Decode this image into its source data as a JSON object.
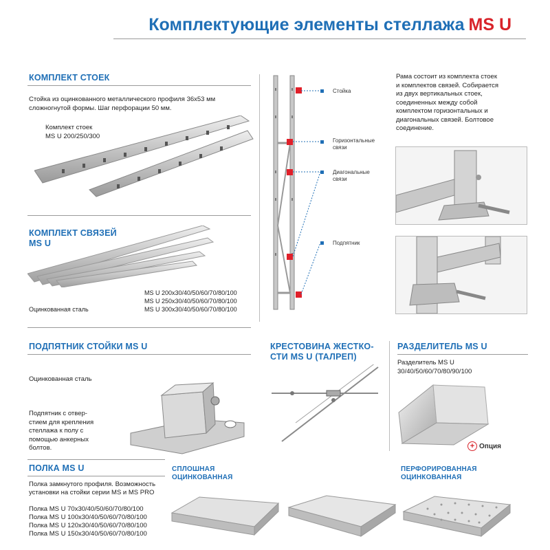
{
  "title": {
    "main": "Комплектующие элементы стеллажа",
    "accent": "MS U"
  },
  "colors": {
    "brand_blue": "#1f6fb6",
    "accent_red": "#d8232a"
  },
  "stoyki": {
    "heading": "КОМПЛЕКТ СТОЕК",
    "desc_1": "Стойка из оцинкованного металлического профиля 36х53 мм",
    "desc_2": "сложногнутой формы. Шаг перфорации 50 мм.",
    "kit_1": "Комплект стоек",
    "kit_2": "MS U 200/250/300"
  },
  "frame": {
    "labels": [
      "Стойка",
      "Горизонтальные",
      "связи",
      "Диагональные",
      "связи",
      "Подпятник"
    ],
    "desc": [
      "Рама состоит из комплекта стоек",
      "и комплектов связей. Собирается",
      "из двух вертикальных стоек,",
      "соединенных между собой",
      "комплектом горизонтальных и",
      "диагональных связей. Болтовое",
      "соединение."
    ]
  },
  "svyazi": {
    "heading_1": "КОМПЛЕКТ СВЯЗЕЙ",
    "heading_2": "MS U",
    "sizes": [
      "MS U 200х30/40/50/60/70/80/100",
      "MS U 250х30/40/50/60/70/80/100",
      "MS U 300х30/40/50/60/70/80/100"
    ],
    "material": "Оцинкованная сталь"
  },
  "podpyatnik": {
    "heading": "ПОДПЯТНИК СТОЙКИ MS U",
    "material": "Оцинкованная сталь",
    "desc": [
      "Подпятник с отвер-",
      "стием для крепления",
      "стеллажа к полу с",
      "помощью анкерных",
      "болтов."
    ]
  },
  "krestovina": {
    "heading_1": "КРЕСТОВИНА ЖЕСТКО-",
    "heading_2": "СТИ MS U (ТАЛРЕП)"
  },
  "razdelitel": {
    "heading": "РАЗДЕЛИТЕЛЬ MS U",
    "desc_1": "Разделитель MS U",
    "desc_2": "30/40/50/60/70/80/90/100",
    "option": "Опция"
  },
  "polka": {
    "heading": "ПОЛКА MS U",
    "desc_1": "Полка замкнутого профиля. Возможность",
    "desc_2": "установки на стойки серии MS и MS PRO",
    "sizes": [
      "Полка MS U 70х30/40/50/60/70/80/100",
      "Полка MS U 100х30/40/50/60/70/80/100",
      "Полка MS U 120х30/40/50/60/70/80/100",
      "Полка MS U 150х30/40/50/60/70/80/100"
    ],
    "solid_1": "СПЛОШНАЯ",
    "solid_2": "ОЦИНКОВАННАЯ",
    "perf_1": "ПЕРФОРИРОВАННАЯ",
    "perf_2": "ОЦИНКОВАННАЯ"
  }
}
